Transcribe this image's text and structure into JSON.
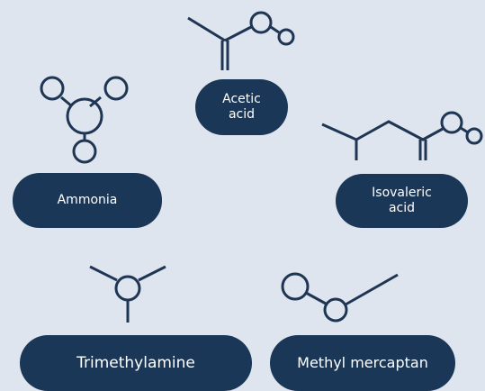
{
  "colors": {
    "background": "#dfe5ee",
    "structure": "#1e3553",
    "label_fill": "#1b3757",
    "label_text": "#ffffff"
  },
  "molecules": {
    "acetic_acid": {
      "label": "Acetic\nacid"
    },
    "ammonia": {
      "label": "Ammonia"
    },
    "isovaleric_acid": {
      "label": "Isovaleric\nacid"
    },
    "trimethylamine": {
      "label": "Trimethylamine"
    },
    "methyl_mercaptan": {
      "label": "Methyl mercaptan"
    }
  }
}
